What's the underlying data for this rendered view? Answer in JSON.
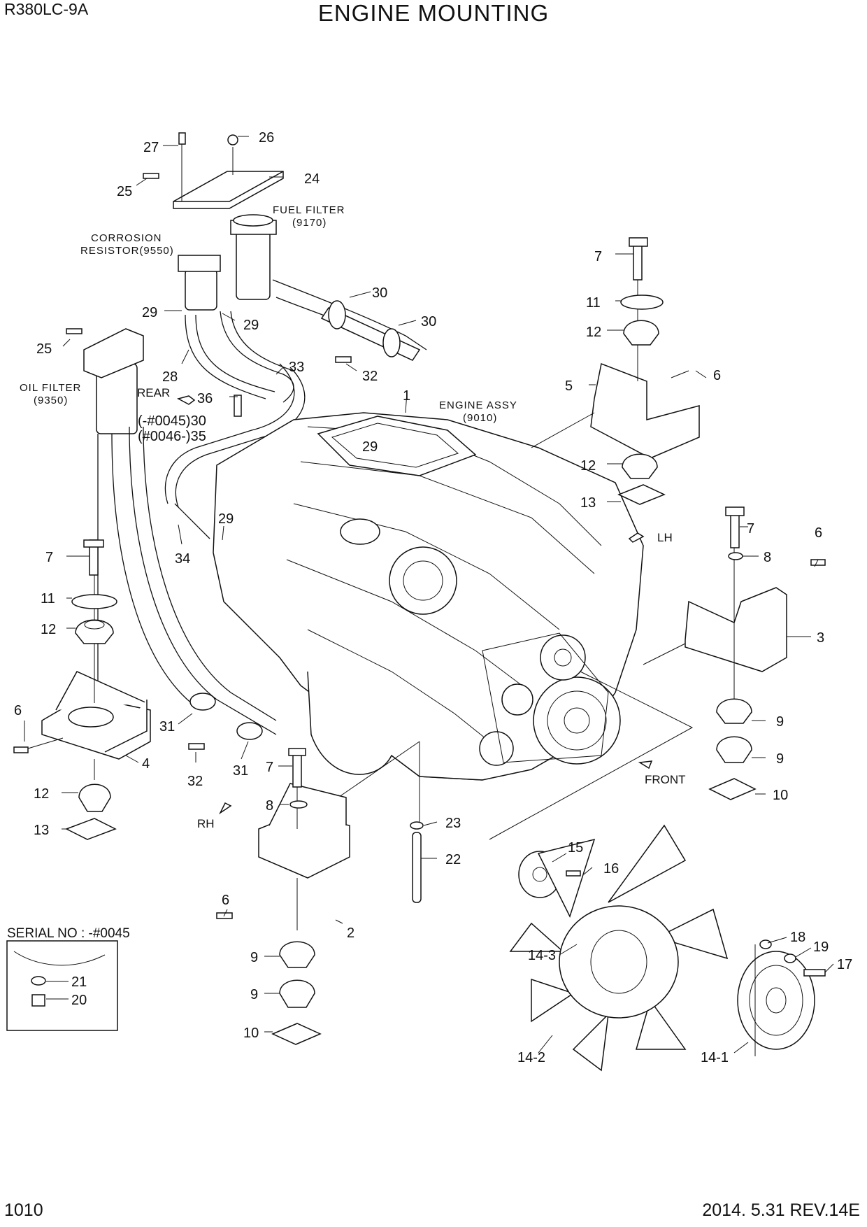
{
  "header": {
    "model": "R380LC-9A",
    "title": "ENGINE MOUNTING"
  },
  "footer": {
    "page_number": "1010",
    "revision": "2014. 5.31  REV.14E"
  },
  "labels": {
    "fuel_filter": "FUEL FILTER",
    "fuel_filter_code": "(9170)",
    "corrosion_resistor_1": "CORROSION",
    "corrosion_resistor_2": "RESISTOR(9550)",
    "oil_filter": "OIL FILTER",
    "oil_filter_code": "(9350)",
    "engine_assy": "ENGINE ASSY",
    "engine_assy_code": "(9010)",
    "serial_no": "SERIAL NO : -#0045",
    "rear": "REAR",
    "front": "FRONT",
    "lh": "LH",
    "rh": "RH",
    "serial_30": "(-#0045)30",
    "serial_35": "(#0046-)35"
  },
  "callouts": [
    "27",
    "26",
    "25",
    "24",
    "30",
    "30",
    "29",
    "29",
    "32",
    "28",
    "33",
    "25",
    "36",
    "1",
    "29",
    "7",
    "11",
    "12",
    "6",
    "5",
    "12",
    "13",
    "7",
    "8",
    "6",
    "3",
    "9",
    "9",
    "10",
    "29",
    "34",
    "7",
    "11",
    "12",
    "6",
    "4",
    "12",
    "13",
    "31",
    "31",
    "32",
    "7",
    "8",
    "23",
    "22",
    "15",
    "16",
    "6",
    "2",
    "9",
    "9",
    "10",
    "21",
    "20",
    "18",
    "19",
    "17",
    "14-3",
    "14-2",
    "14-1"
  ]
}
